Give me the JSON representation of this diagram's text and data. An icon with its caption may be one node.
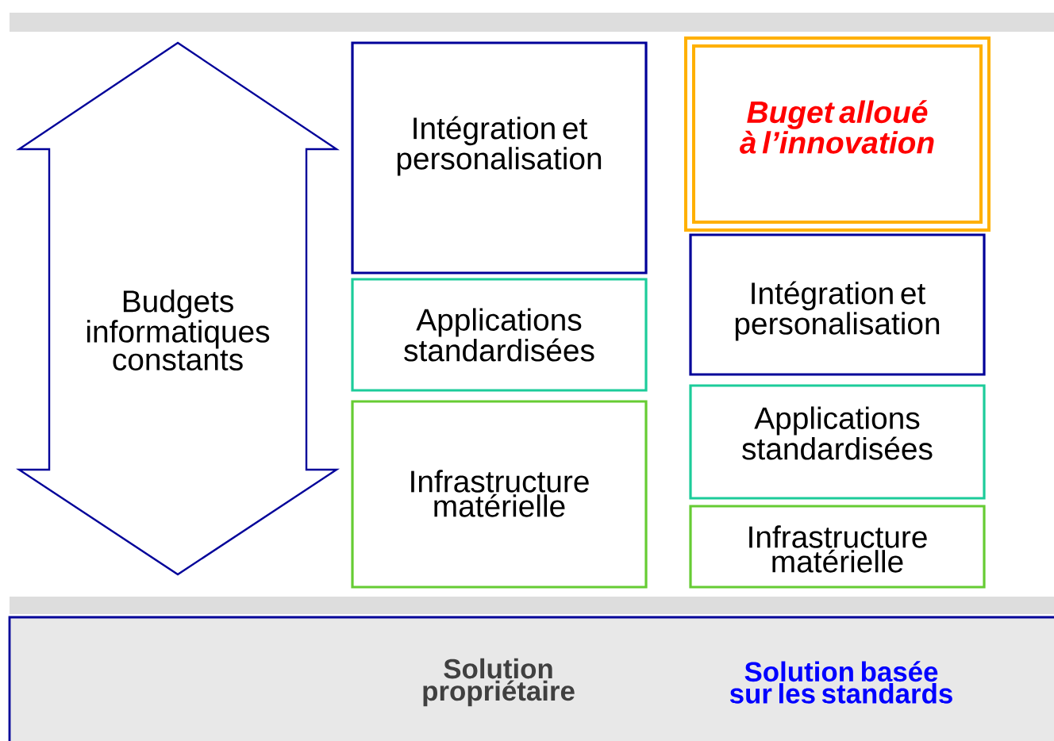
{
  "diagram": {
    "nodes": [
      {
        "text": [
          "Budgets informatiques constants"
        ]
      },
      {
        "text": [
          "Intégration et personalisation"
        ]
      },
      {
        "text": [
          "Applications standardisées"
        ]
      },
      {
        "text": [
          "Infrastructure matérielle"
        ]
      },
      {
        "text": [
          "Buget alloué à l’innovation"
        ]
      },
      {
        "text": [
          "Intégration et personalisation"
        ]
      },
      {
        "text": [
          "Applications standardisées"
        ]
      },
      {
        "text": [
          "Infrastructure matérielle"
        ]
      },
      {
        "text": [
          "Solution propriétaire",
          "Solution basée sur les standards"
        ]
      }
    ]
  }
}
